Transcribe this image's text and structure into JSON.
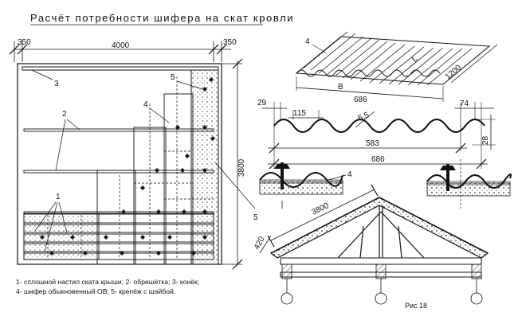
{
  "title": "Расчёт потребности шифера на скат кровли",
  "plan": {
    "dim_left": "350",
    "dim_width": "4000",
    "dim_right": "350",
    "dim_height": "3800",
    "callouts": {
      "ridge": "3",
      "battens": "2",
      "deck": "1",
      "sheet": "4",
      "fastener": "5",
      "fastener_line": "5"
    }
  },
  "sheet": {
    "callout": "4",
    "length_letter": "L",
    "length": "1200",
    "width_letter": "B",
    "width": "686"
  },
  "profile": {
    "edge": "29",
    "pitch": "115",
    "thickness": "5,5",
    "overlap": "74",
    "height": "28",
    "useful_width": "583",
    "full_width": "686"
  },
  "detail": {
    "callout": "4"
  },
  "truss": {
    "slope": "3800",
    "overhang": "420"
  },
  "legend": {
    "line1": "1- сплошной настил ската крыши; 2- обрешётка;  3- конёк;",
    "line2": "4- шифер обыкновенный ОВ; 5- крепёж с шайбой."
  },
  "figure_label": "Рис.18"
}
